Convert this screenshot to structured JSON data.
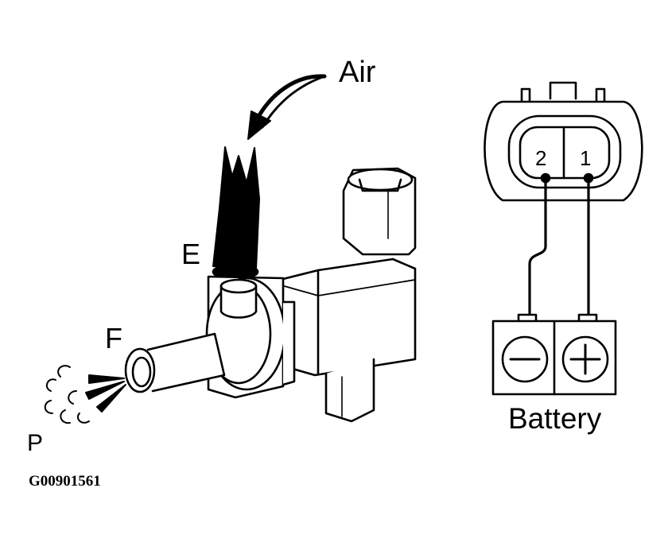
{
  "labels": {
    "air": "Air",
    "port_e": "E",
    "port_f": "F",
    "port_p": "P",
    "battery": "Battery",
    "figure_code": "G00901561"
  },
  "connector": {
    "terminal_2": "2",
    "terminal_1": "1"
  },
  "battery": {
    "negative_symbol": "−",
    "positive_symbol": "+"
  },
  "colors": {
    "ink": "#000000",
    "paper": "#ffffff"
  }
}
